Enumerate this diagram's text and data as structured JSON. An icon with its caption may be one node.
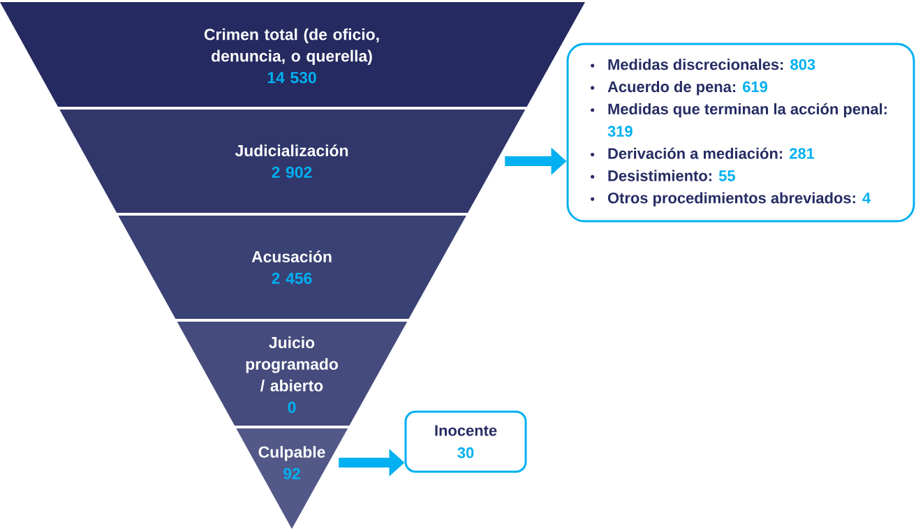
{
  "diagram": {
    "nodes": [
      {
        "text": [
          "Crimen total (de oficio, denuncia, o querella)",
          "14 530"
        ]
      },
      {
        "text": [
          "Judicialización",
          "2 902"
        ]
      },
      {
        "text": [
          "Acusación",
          "2 456"
        ]
      },
      {
        "text": [
          "Juicio programado / abierto",
          "0"
        ]
      },
      {
        "text": [
          "Culpable",
          "92"
        ]
      },
      {
        "text": [
          "Medidas discrecionales:",
          "803",
          "Acuerdo de pena:",
          "619",
          "Medidas que terminan la acción penal:",
          "319",
          "Derivación a mediación:",
          "281",
          "Desistimiento:",
          "55",
          "Otros procedimientos abreviados:",
          "4"
        ]
      },
      {
        "text": [
          "Inocente",
          "30"
        ]
      }
    ],
    "edges": [
      {
        "from": 1,
        "to": 5,
        "arrow": "to"
      },
      {
        "from": 4,
        "to": 6,
        "arrow": "to"
      }
    ]
  }
}
